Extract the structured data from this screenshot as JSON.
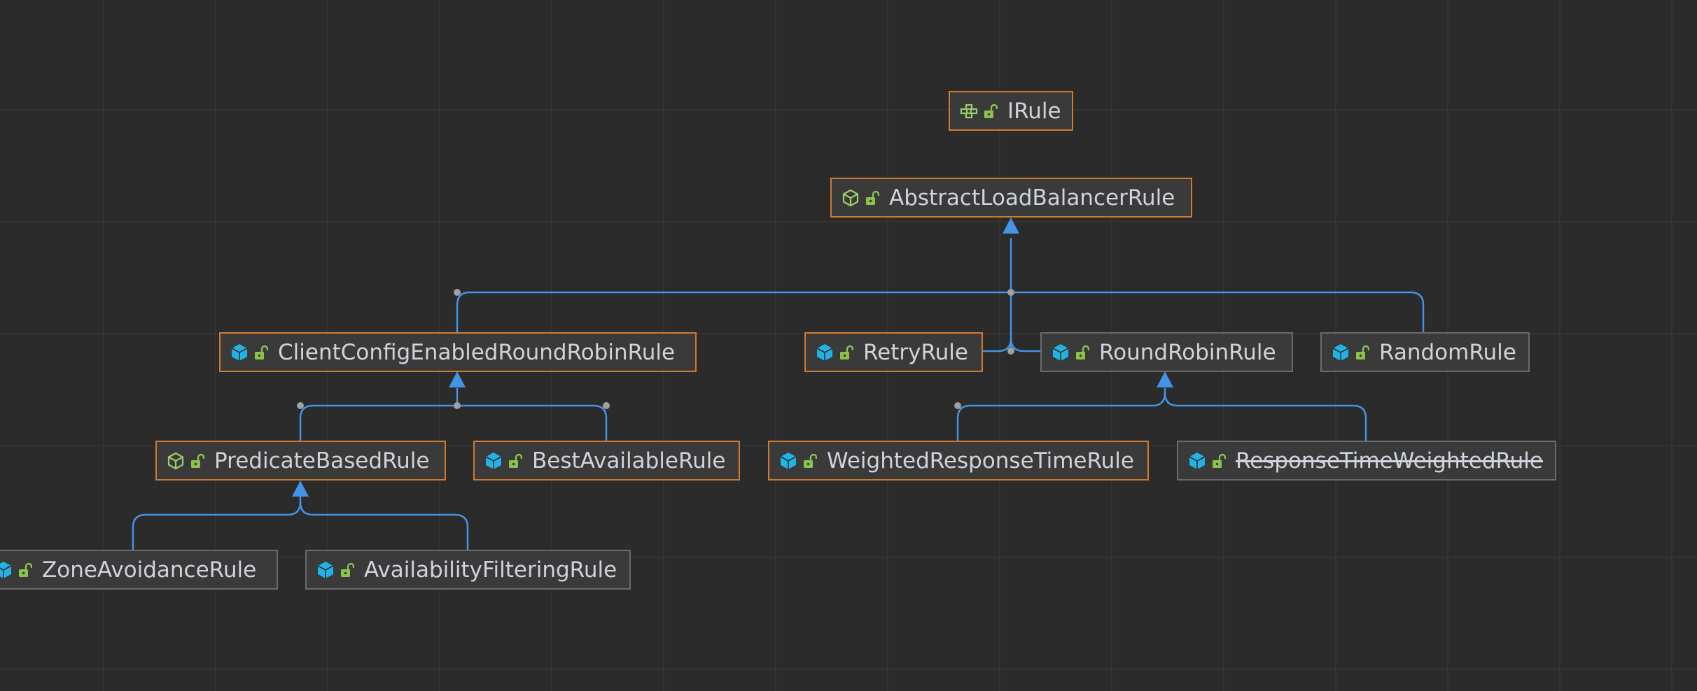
{
  "colors": {
    "background": "#2b2b2b",
    "edge": "#4393e6",
    "node_border_highlight": "#d07a2d",
    "node_border_default": "#6b6b6b",
    "class_icon": "#1fb3e6",
    "abstract_icon": "#9acf6b",
    "lock_icon": "#8bc34a"
  },
  "nodes": {
    "irule": {
      "label": "IRule",
      "icon": "interface-icon"
    },
    "abstract_lb_rule": {
      "label": "AbstractLoadBalancerRule",
      "icon": "abstract-class-icon"
    },
    "client_config_rr_rule": {
      "label": "ClientConfigEnabledRoundRobinRule",
      "icon": "class-icon"
    },
    "retry_rule": {
      "label": "RetryRule",
      "icon": "class-icon"
    },
    "round_robin_rule": {
      "label": "RoundRobinRule",
      "icon": "class-icon"
    },
    "random_rule": {
      "label": "RandomRule",
      "icon": "class-icon"
    },
    "predicate_based_rule": {
      "label": "PredicateBasedRule",
      "icon": "abstract-class-icon"
    },
    "best_available_rule": {
      "label": "BestAvailableRule",
      "icon": "class-icon"
    },
    "weighted_response_time_rule": {
      "label": "WeightedResponseTimeRule",
      "icon": "class-icon"
    },
    "response_time_weighted_rule": {
      "label": "ResponseTimeWeightedRule",
      "icon": "class-icon",
      "deprecated": true
    },
    "zone_avoidance_rule": {
      "label": "ZoneAvoidanceRule",
      "icon": "class-icon"
    },
    "availability_filtering_rule": {
      "label": "AvailabilityFilteringRule",
      "icon": "class-icon"
    }
  }
}
